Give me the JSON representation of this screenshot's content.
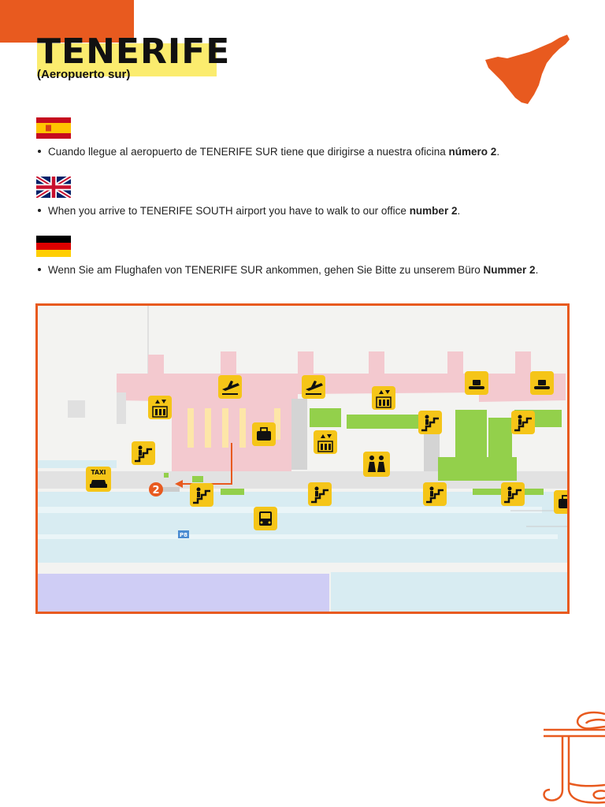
{
  "header": {
    "title": "TENERIFE",
    "subtitle": "(Aeropuerto sur)"
  },
  "languages": [
    {
      "flag": "spain-flag",
      "text_before": "Cuando llegue al aeropuerto de TENERIFE SUR tiene que dirigirse a nuestra oficina ",
      "bold": "número 2",
      "text_after": "."
    },
    {
      "flag": "uk-flag",
      "text_before": "When you arrive to TENERIFE SOUTH airport you have to walk to our office ",
      "bold": "number 2",
      "text_after": "."
    },
    {
      "flag": "germany-flag",
      "text_before": "Wenn Sie am Flughafen von TENERIFE SUR ankommen, gehen Sie Bitte zu unserem Büro ",
      "bold": "Nummer 2",
      "text_after": "."
    }
  ],
  "map": {
    "office_number": "2",
    "taxi_label": "TAXI",
    "parking_label": "P8",
    "icons": [
      "departures-icon",
      "elevator-icon",
      "escalator-icon",
      "baggage-icon",
      "baggage-claim-icon",
      "meeting-point-icon",
      "bus-icon",
      "taxi-icon"
    ]
  },
  "colors": {
    "accent": "#e85a1f",
    "highlight": "#fbec6e",
    "icon_yellow": "#f5c518",
    "terminal_pink": "#f3c9cf",
    "green_area": "#93d04b",
    "road_blue": "#d8ecf2",
    "parking_lavender": "#cfcdf5"
  }
}
